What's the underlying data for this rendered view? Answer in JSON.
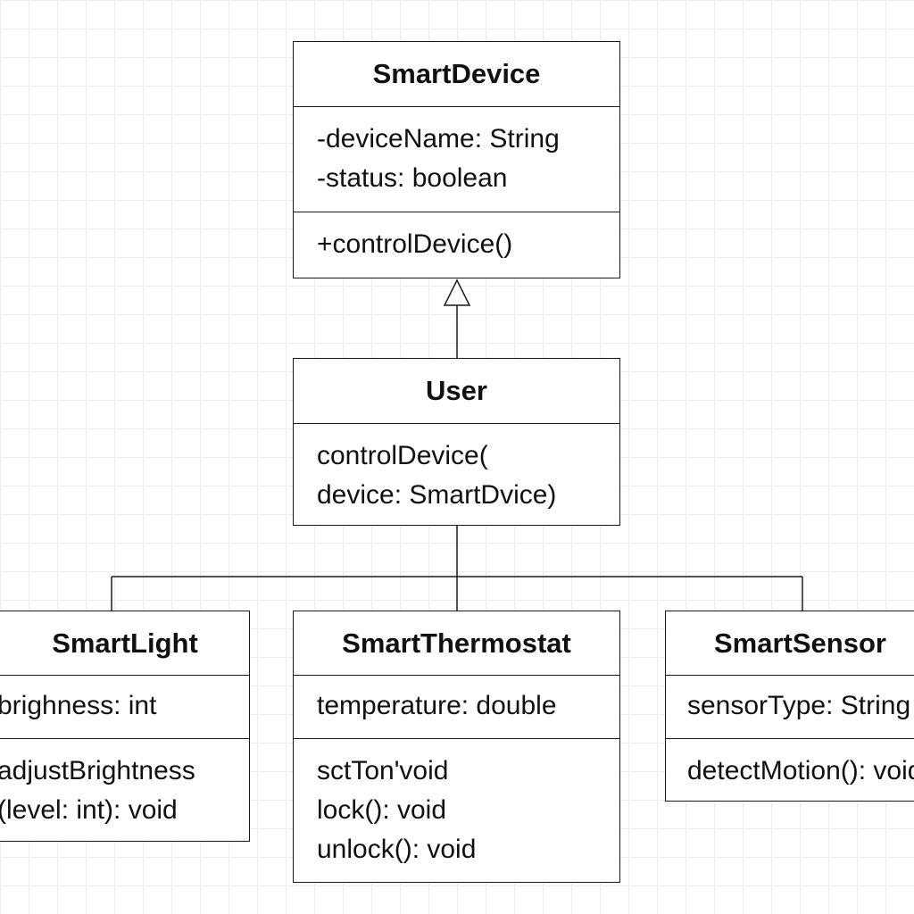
{
  "classes": {
    "smart_device": {
      "name": "SmartDevice",
      "attributes": [
        "-deviceName: String",
        "-status: boolean"
      ],
      "methods": [
        "+controlDevice()"
      ]
    },
    "user": {
      "name": "User",
      "methods": [
        "controlDevice(",
        "device: SmartDvice)"
      ]
    },
    "smart_light": {
      "name": "SmartLight",
      "attributes": [
        "brighness: int"
      ],
      "methods": [
        "adjustBrightness",
        "(level: int): void"
      ]
    },
    "smart_thermostat": {
      "name": "SmartThermostat",
      "attributes": [
        "temperature: double"
      ],
      "methods": [
        "sctTon'void",
        "lock(): void",
        "unlock(): void"
      ]
    },
    "smart_sensor": {
      "name": "SmartSensor",
      "attributes": [
        "sensorType: String"
      ],
      "methods": [
        "detectMotion(): void"
      ]
    }
  }
}
